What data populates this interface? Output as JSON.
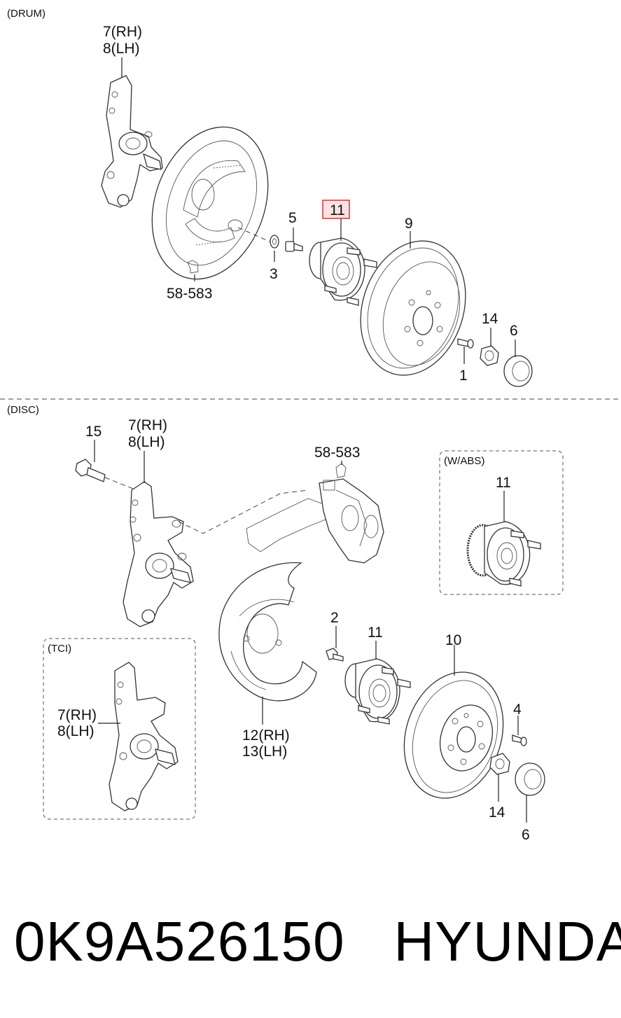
{
  "sections": {
    "drum": "(DRUM)",
    "disc": "(DISC)",
    "wabs": "(W/ABS)",
    "tci": "(TCI)"
  },
  "labels": {
    "drum_7": "7(RH)",
    "drum_8": "8(LH)",
    "drum_5": "5",
    "drum_11": "11",
    "drum_9": "9",
    "drum_3": "3",
    "drum_58": "58-583",
    "drum_14": "14",
    "drum_6": "6",
    "drum_1": "1",
    "disc_15": "15",
    "disc_7": "7(RH)",
    "disc_8": "8(LH)",
    "disc_58": "58-583",
    "abs_11": "11",
    "tci_7": "7(RH)",
    "tci_8": "8(LH)",
    "disc_2": "2",
    "disc_11": "11",
    "disc_10": "10",
    "disc_4": "4",
    "disc_12": "12(RH)",
    "disc_13": "13(LH)",
    "disc_14": "14",
    "disc_6": "6"
  },
  "highlight_color": "#e03030",
  "caption": {
    "part_number": "0K9A526150",
    "brand": "HYUNDAI"
  }
}
